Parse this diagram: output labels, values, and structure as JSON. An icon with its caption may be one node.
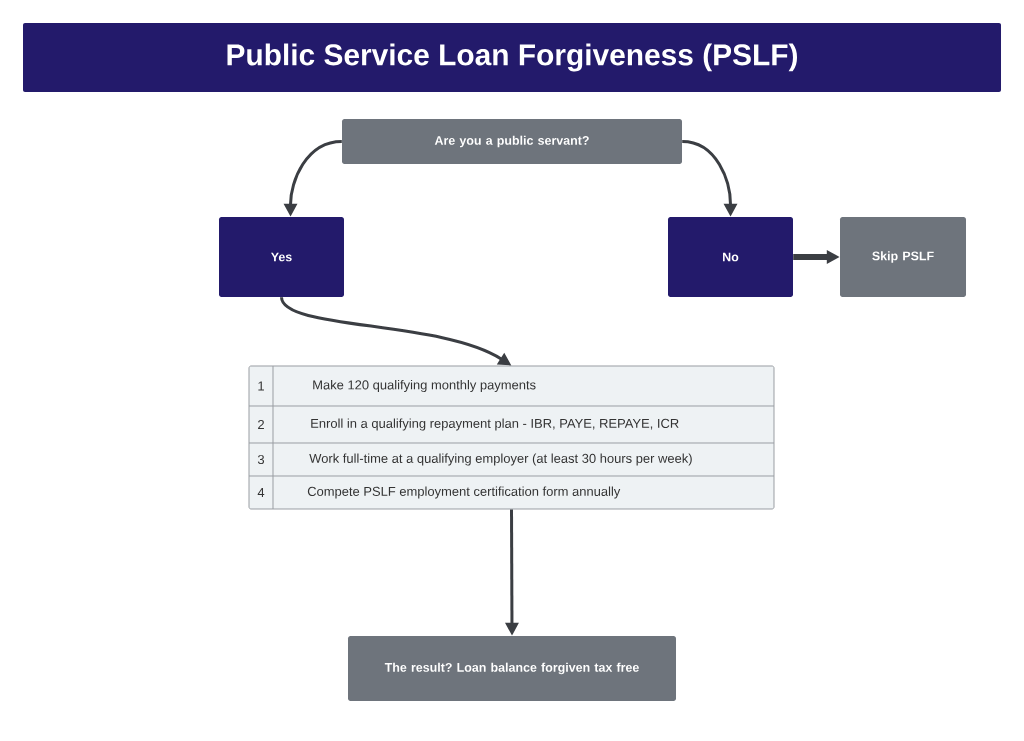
{
  "diagram": {
    "title": "Public Service Loan Forgiveness (PSLF)",
    "nodes": [
      {
        "text": [
          "Are you a public servant?"
        ]
      },
      {
        "text": [
          "Yes"
        ]
      },
      {
        "text": [
          "No"
        ]
      },
      {
        "text": [
          "Skip PSLF"
        ]
      },
      {
        "text": [
          "1",
          "Make 120 qualifying monthly payments",
          "2",
          "Enroll in a qualifying repayment plan - IBR, PAYE, REPAYE, ICR",
          "3",
          "Work full-time at a qualifying employer (at least 30 hours per week)",
          "4",
          "Compete PSLF employment certification form annually"
        ]
      },
      {
        "text": [
          "The result? Loan balance forgiven tax free"
        ]
      }
    ],
    "edges": [
      {
        "from": 0,
        "to": 1,
        "arrow": "to"
      },
      {
        "from": 0,
        "to": 2,
        "arrow": "to"
      },
      {
        "from": 2,
        "to": 3,
        "arrow": "to",
        "style": "thick"
      },
      {
        "from": 1,
        "to": 4,
        "arrow": "to"
      },
      {
        "from": 4,
        "to": 5,
        "arrow": "to"
      }
    ]
  }
}
